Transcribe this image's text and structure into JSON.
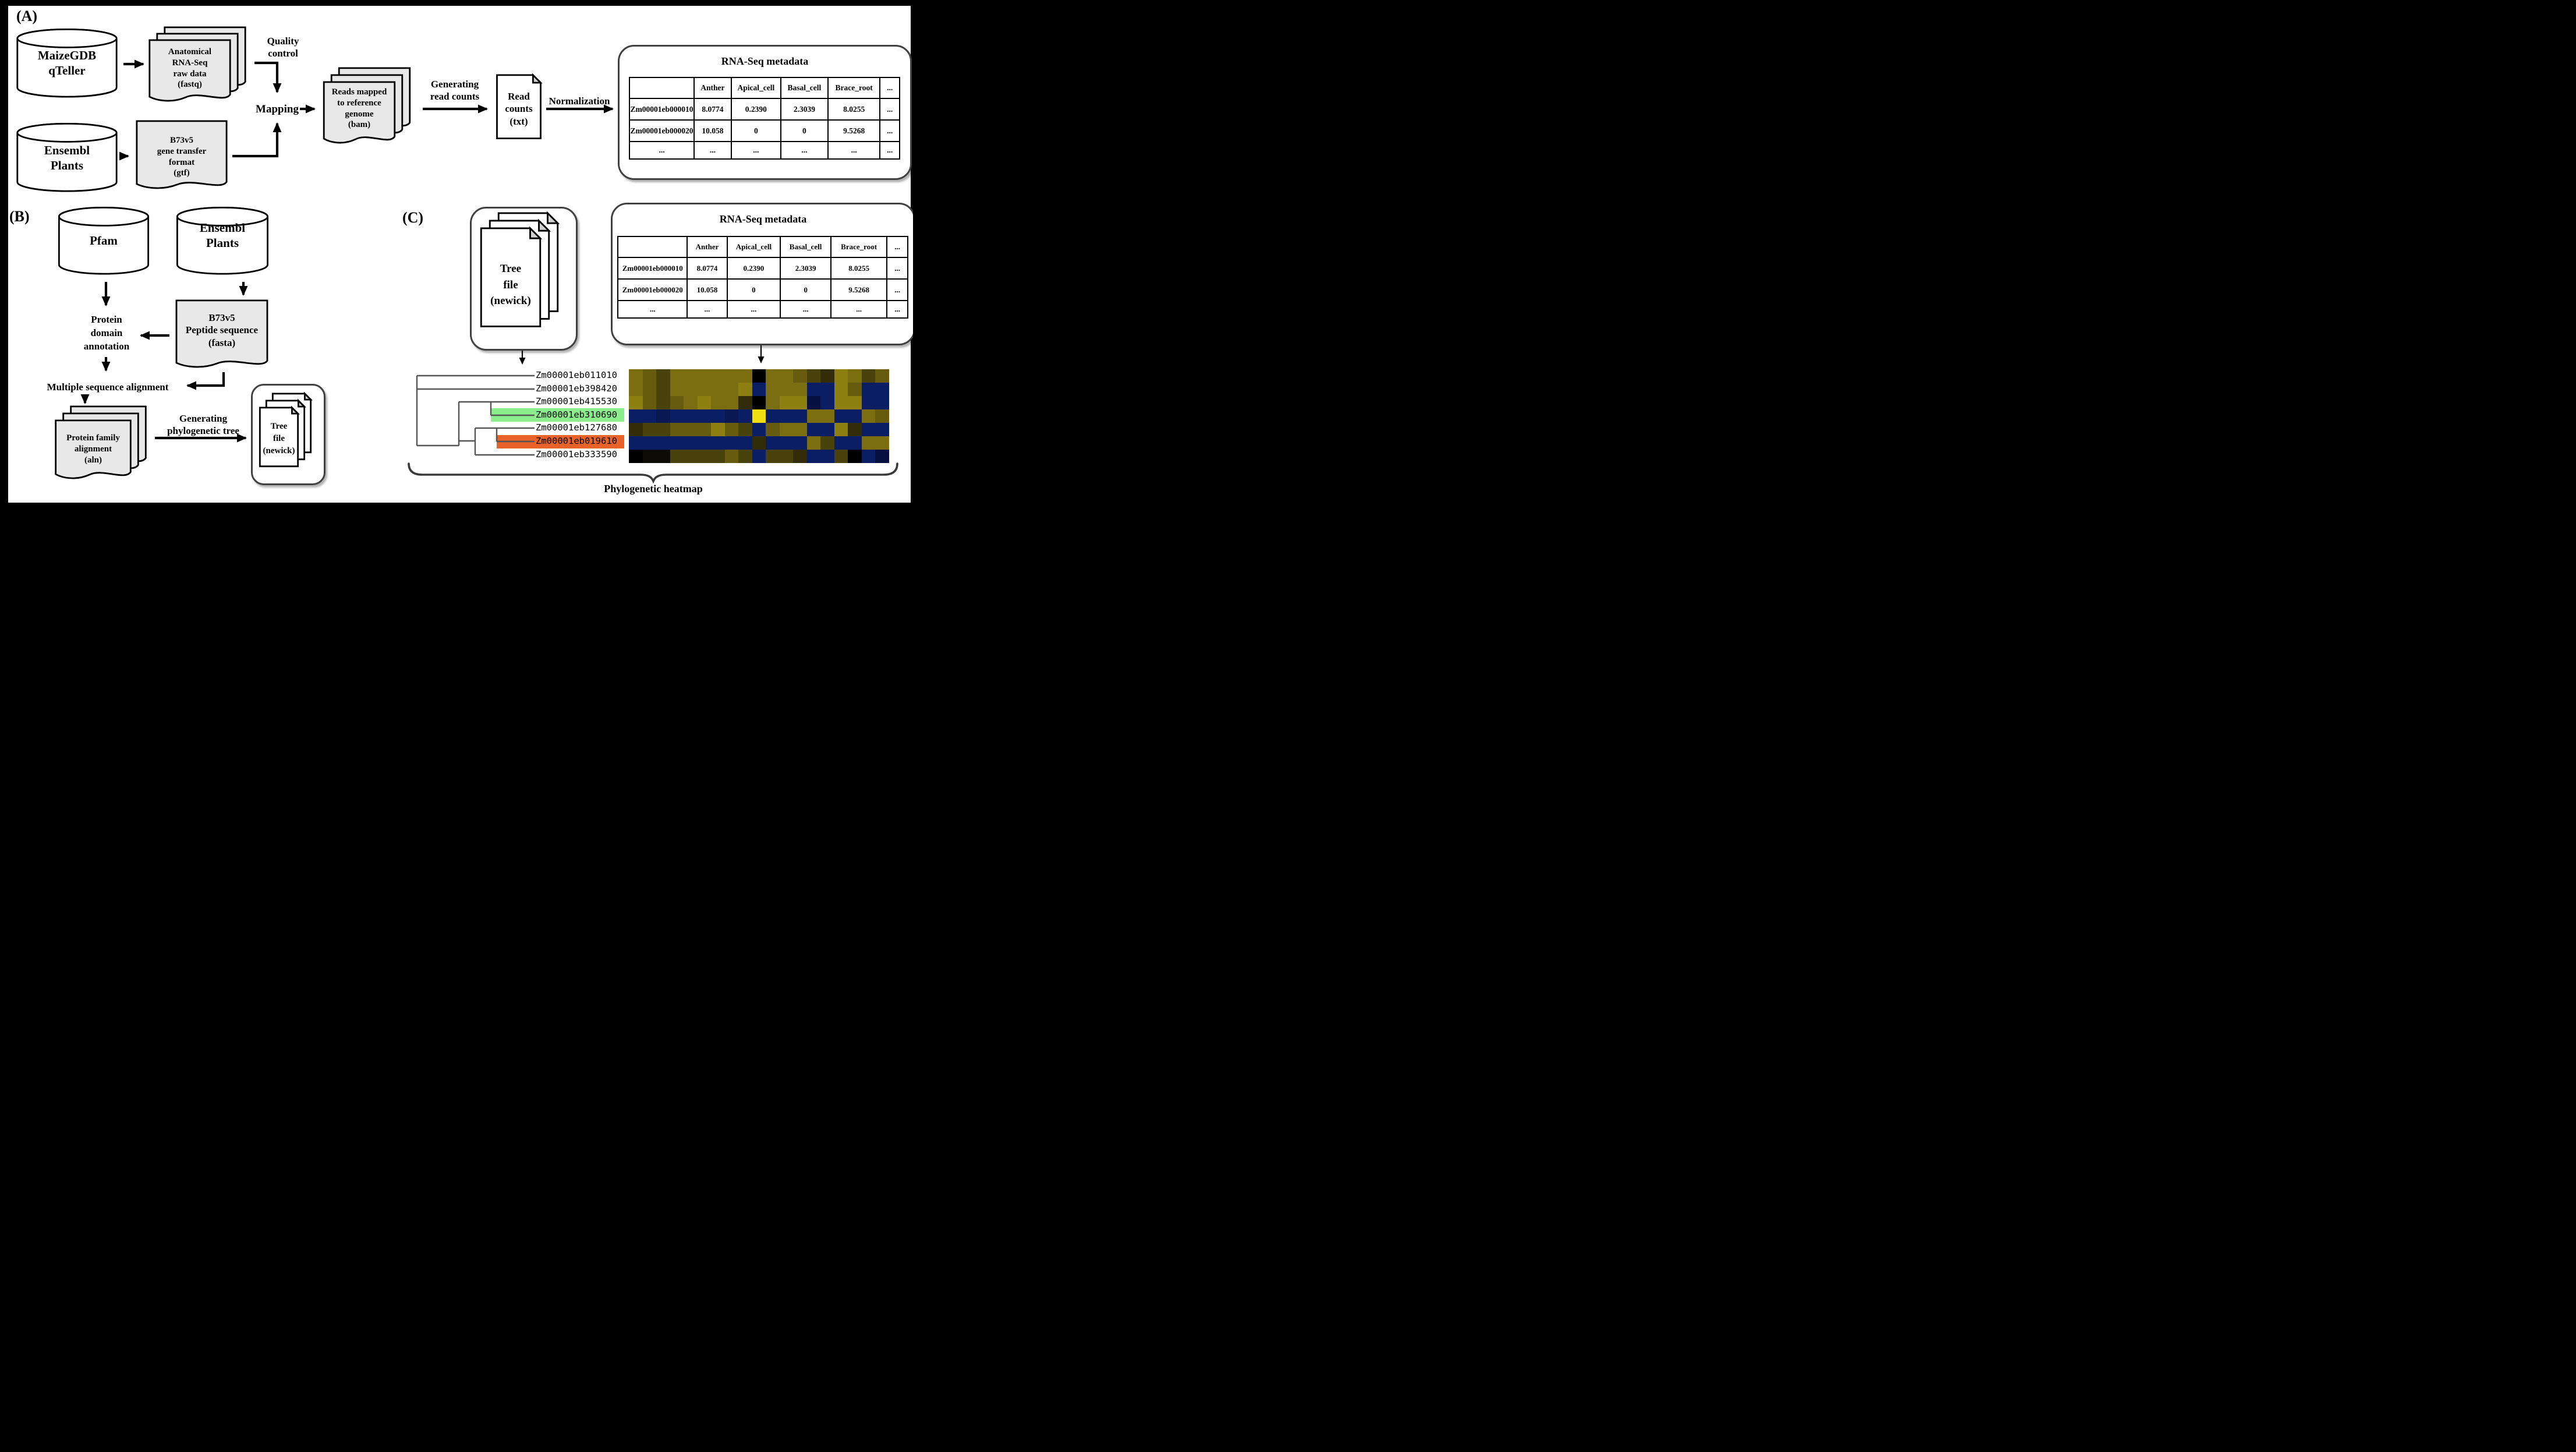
{
  "panels": {
    "a": "(A)",
    "b": "(B)",
    "c": "(C)"
  },
  "a": {
    "db_maizegdb": "MaizeGDB\nqTeller",
    "fastq_doc": "Anatomical\nRNA-Seq\nraw data\n(fastq)",
    "quality_control": "Quality\ncontrol",
    "mapping": "Mapping",
    "db_ensembl": "Ensembl\nPlants",
    "gtf_doc": "B73v5\ngene transfer\nformat\n(gtf)",
    "bam_doc": "Reads mapped\nto reference\ngenome\n(bam)",
    "generating_read_counts": "Generating\nread counts",
    "read_counts_doc": "Read\ncounts\n(txt)",
    "normalization": "Normalization"
  },
  "metadata_table": {
    "title": "RNA-Seq metadata",
    "headers": [
      "",
      "Anther",
      "Apical_cell",
      "Basal_cell",
      "Brace_root",
      "..."
    ],
    "rows": [
      [
        "Zm00001eb000010",
        "8.0774",
        "0.2390",
        "2.3039",
        "8.0255",
        "..."
      ],
      [
        "Zm00001eb000020",
        "10.058",
        "0",
        "0",
        "9.5268",
        "..."
      ],
      [
        "...",
        "...",
        "...",
        "...",
        "...",
        "..."
      ]
    ]
  },
  "b": {
    "db_pfam": "Pfam",
    "db_ensembl": "Ensembl\nPlants",
    "protein_domain_annotation": "Protein\ndomain\nannotation",
    "fasta_doc": "B73v5\nPeptide sequence\n(fasta)",
    "msa": "Multiple sequence alignment",
    "aln_doc": "Protein family\nalignment\n(aln)",
    "generating_tree": "Generating\nphylogenetic tree",
    "tree_file_doc": "Tree\nfile\n(newick)"
  },
  "c": {
    "tree_file_doc": "Tree\nfile\n(newick)",
    "leaves": [
      "Zm00001eb011010",
      "Zm00001eb398420",
      "Zm00001eb415530",
      "Zm00001eb310690",
      "Zm00001eb127680",
      "Zm00001eb019610",
      "Zm00001eb333590"
    ],
    "highlighted_green_leaf": "Zm00001eb310690",
    "highlighted_orange_leaf": "Zm00001eb019610",
    "brace_label": "Phylogenetic heatmap"
  },
  "colors": {
    "green_highlight": "#8ced8c",
    "orange_highlight": "#e8622a",
    "doc_gray": "#e8e8e8",
    "box_border": "#404040",
    "tree_line": "#555555"
  },
  "heatmap": {
    "palette": {
      "O1": "#7a6e10",
      "O2": "#675c0e",
      "O3": "#4a420c",
      "O4": "#322c08",
      "O5": "#8d7f11",
      "K": "#000000",
      "KD": "#0d0c04",
      "B": "#0b1e63",
      "B2": "#0a1852",
      "B3": "#071040",
      "Y": "#f0df12"
    },
    "grid": [
      [
        "O1",
        "O2",
        "O3",
        "O1",
        "O1",
        "O1",
        "O1",
        "O1",
        "O1",
        "K",
        "O1",
        "O1",
        "O2",
        "O3",
        "O4",
        "O5",
        "O1",
        "O3",
        "O2"
      ],
      [
        "O1",
        "O2",
        "O3",
        "O1",
        "O1",
        "O1",
        "O1",
        "O1",
        "O5",
        "B",
        "O1",
        "O1",
        "O1",
        "B",
        "B",
        "O5",
        "O2",
        "B",
        "B"
      ],
      [
        "O5",
        "O2",
        "O3",
        "O2",
        "O1",
        "O5",
        "O1",
        "O1",
        "O4",
        "K",
        "O1",
        "O5",
        "O5",
        "B3",
        "B",
        "O5",
        "O5",
        "B",
        "B"
      ],
      [
        "B",
        "B",
        "B2",
        "B",
        "B",
        "B",
        "B",
        "B2",
        "B",
        "Y",
        "B",
        "B",
        "B",
        "O1",
        "O1",
        "B",
        "B",
        "O1",
        "O2"
      ],
      [
        "O4",
        "O3",
        "O3",
        "O2",
        "O2",
        "O2",
        "O5",
        "O2",
        "O3",
        "B",
        "O2",
        "O1",
        "O1",
        "B",
        "B",
        "O5",
        "O4",
        "B",
        "B"
      ],
      [
        "B",
        "B",
        "B",
        "B",
        "B",
        "B",
        "B",
        "B",
        "B",
        "O4",
        "B",
        "B",
        "B",
        "O1",
        "O3",
        "B",
        "B",
        "O1",
        "O1"
      ],
      [
        "K",
        "KD",
        "KD",
        "O3",
        "O3",
        "O3",
        "O3",
        "O2",
        "O3",
        "B",
        "O3",
        "O3",
        "O4",
        "B",
        "B",
        "O3",
        "K",
        "B",
        "B3"
      ]
    ]
  }
}
